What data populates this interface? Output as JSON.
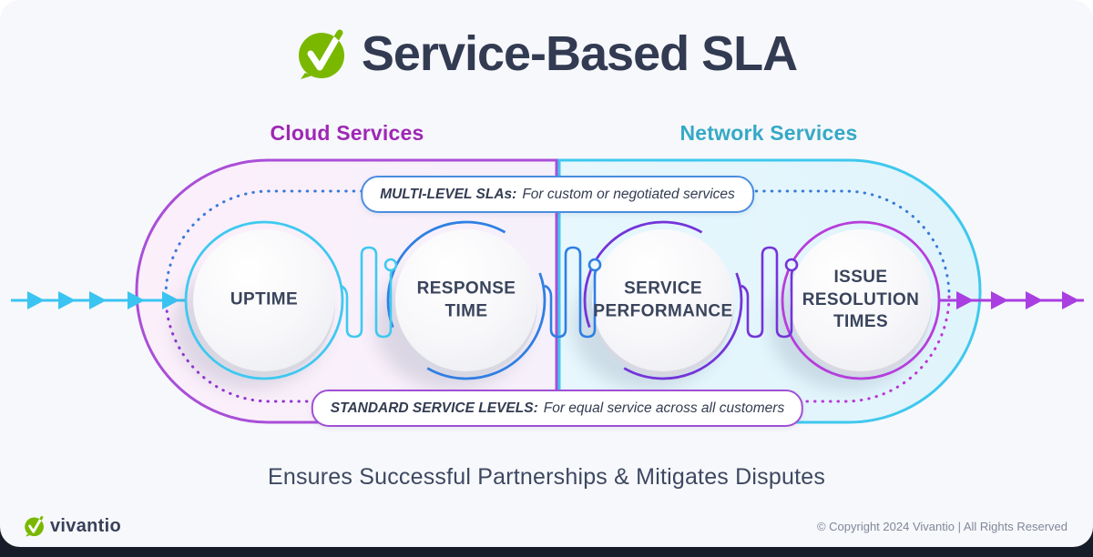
{
  "header": {
    "title": "Service-Based SLA",
    "logo": "vivantio-check-icon"
  },
  "sections": {
    "cloud": {
      "label": "Cloud Services",
      "color": "#9e27b5"
    },
    "network": {
      "label": "Network Services",
      "color": "#35a9c6"
    }
  },
  "banners": {
    "multi_level": {
      "emphasis": "MULTI-LEVEL SLAs:",
      "text": "For custom or negotiated services",
      "border_color": "#4a8de0"
    },
    "standard": {
      "emphasis": "STANDARD SERVICE LEVELS:",
      "text": "For equal service across all customers",
      "border_color": "#a04fd4"
    }
  },
  "nodes": [
    {
      "label": "UPTIME",
      "section": "Cloud Services",
      "ring_color": "#3ec9f0"
    },
    {
      "label": "RESPONSE TIME",
      "section": "Cloud Services",
      "ring_color": "#2f7fe3"
    },
    {
      "label": "SERVICE PERFORMANCE",
      "section": "Network Services",
      "ring_color": "#7434d8"
    },
    {
      "label": "ISSUE RESOLUTION TIMES",
      "section": "Network Services",
      "ring_color": "#b73ddb"
    }
  ],
  "flow": {
    "inbound_arrow_color": "#3ac4f2",
    "outbound_arrow_color": "#a93fe0"
  },
  "tagline": "Ensures Successful Partnerships & Mitigates Disputes",
  "footer": {
    "brand": "vivantio",
    "copyright": "© Copyright 2024 Vivantio | All Rights Reserved"
  },
  "colors": {
    "card_background": "#f7f8fb",
    "bottom_bar": "#171c29",
    "title_text": "#323b52",
    "node_label_text": "#3a445c",
    "cloud_fill": "#f8effb",
    "network_fill": "#e2f5fc",
    "cloud_border": "#a94fd8",
    "network_border": "#3fc8ee",
    "dotted_blue": "#3a7ad9",
    "dotted_purple": "#9233d6",
    "dotted_magenta": "#bb36d8",
    "brand_green": "#7ab800"
  }
}
